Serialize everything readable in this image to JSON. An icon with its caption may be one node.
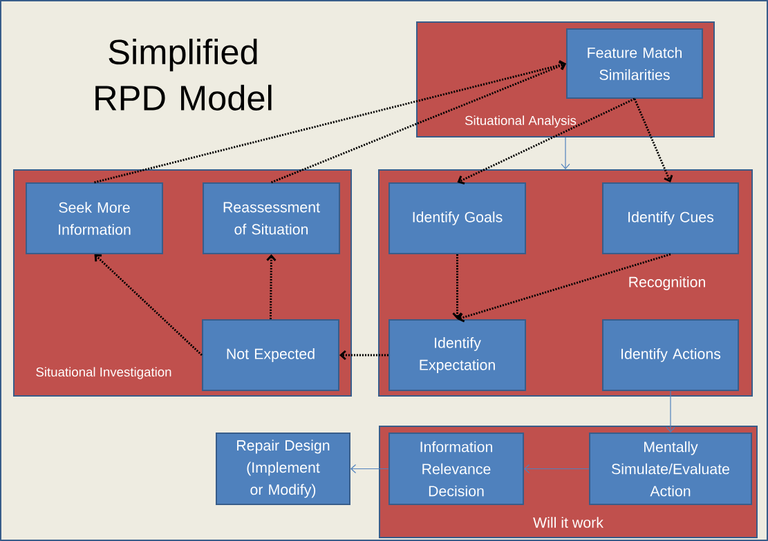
{
  "diagram": {
    "title": "Simplified RPD Model",
    "nodes": [
      {
        "text": [
          "Situational Analysis"
        ]
      },
      {
        "text": [
          "Feature Match Similarities"
        ],
        "in": 0
      },
      {
        "text": [
          "Situational Investigation"
        ]
      },
      {
        "text": [
          "Seek More Information"
        ],
        "in": 2
      },
      {
        "text": [
          "Reassessment of Situation"
        ],
        "in": 2
      },
      {
        "text": [
          "Not Expected"
        ],
        "in": 2
      },
      {
        "text": [
          "Recognition"
        ]
      },
      {
        "text": [
          "Identify Goals"
        ],
        "in": 6
      },
      {
        "text": [
          "Identify Cues"
        ],
        "in": 6
      },
      {
        "text": [
          "Identify Expectation"
        ],
        "in": 6
      },
      {
        "text": [
          "Identify Actions"
        ],
        "in": 6
      },
      {
        "text": [
          "Repair Design (Implement or Modify)"
        ]
      },
      {
        "text": [
          "Will it work"
        ]
      },
      {
        "text": [
          "Information Relevance Decision"
        ],
        "in": 12
      },
      {
        "text": [
          "Mentally Simulate/Evaluate Action"
        ],
        "in": 12
      }
    ],
    "edges": [
      {
        "from": 3,
        "to": 1,
        "arrow": "to",
        "style": "dashed"
      },
      {
        "from": 4,
        "to": 1,
        "arrow": "to",
        "style": "dashed"
      },
      {
        "from": 1,
        "to": 7,
        "arrow": "to",
        "style": "dashed"
      },
      {
        "from": 1,
        "to": 8,
        "arrow": "to",
        "style": "dashed"
      },
      {
        "from": 0,
        "to": 6,
        "arrow": "to",
        "color": "#4f81bd"
      },
      {
        "from": 7,
        "to": 9,
        "arrow": "to",
        "style": "dashed"
      },
      {
        "from": 8,
        "to": 9,
        "arrow": "to",
        "style": "dashed"
      },
      {
        "from": 9,
        "to": 5,
        "arrow": "to",
        "style": "dashed"
      },
      {
        "from": 5,
        "to": 3,
        "arrow": "to",
        "style": "dashed"
      },
      {
        "from": 5,
        "to": 4,
        "arrow": "to",
        "style": "dashed"
      },
      {
        "from": 10,
        "to": 14,
        "arrow": "to",
        "color": "#4f81bd"
      },
      {
        "from": 14,
        "to": 13,
        "arrow": "to",
        "color": "#4f81bd"
      },
      {
        "from": 13,
        "to": 11,
        "arrow": "to",
        "color": "#4f81bd"
      }
    ]
  }
}
